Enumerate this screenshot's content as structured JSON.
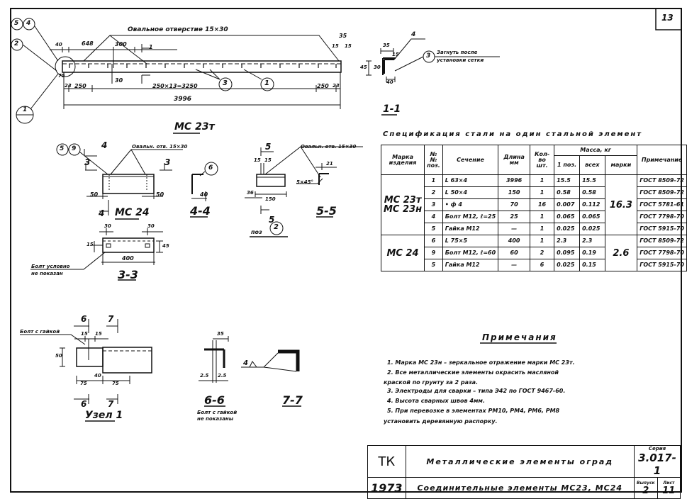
{
  "sheet_number": "13",
  "main_drawing": {
    "label": "МС 23т",
    "hole_note": "Овальное отверстие 15×30",
    "dims": [
      "40",
      "648",
      "300",
      "35",
      "15",
      "15",
      "75",
      "30",
      "23",
      "250",
      "250×13=3250",
      "250",
      "23",
      "3996"
    ],
    "callouts": [
      "5",
      "4",
      "2",
      "3",
      "1"
    ],
    "section_mark": "1",
    "cut_mark": "1"
  },
  "section_1_1": {
    "label": "1-1",
    "dims": [
      "35",
      "15",
      "45",
      "30",
      "40"
    ],
    "weld": "4",
    "callout": "3",
    "note_line1": "Загнуть после",
    "note_line2": "установки сетки"
  },
  "mc24": {
    "label": "МС 24",
    "callouts": [
      "5",
      "9"
    ],
    "hole_note": "Овальн. отв. 15×30",
    "dims": [
      "50",
      "50"
    ],
    "cut_marks": [
      "4",
      "3",
      "4"
    ]
  },
  "section_4_4": {
    "label": "4-4",
    "callout": "6",
    "dims": [
      "40"
    ]
  },
  "section_5_5": {
    "label": "5-5",
    "hole_note": "Овальн. отв. 15×30",
    "dims": [
      "15",
      "15",
      "36",
      "150",
      "21"
    ],
    "chamfer": "5×45°",
    "cut_mark": "5",
    "pos_label": "поз",
    "pos_callout": "2"
  },
  "section_3_3": {
    "label": "3-3",
    "dims": [
      "30",
      "30",
      "15",
      "45",
      "400"
    ],
    "note_line1": "Болт условно",
    "note_line2": "не показан"
  },
  "node_1": {
    "label": "Узел 1",
    "bolt_note": "Болт с гайкой",
    "dims": [
      "15",
      "15",
      "50",
      "40",
      "75",
      "75"
    ],
    "cut_marks": [
      "6",
      "7",
      "6",
      "7"
    ]
  },
  "section_6_6": {
    "label": "6-6",
    "dims": [
      "35",
      "2.5",
      "2.5"
    ],
    "note_line1": "Болт с гайкой",
    "note_line2": "не показаны"
  },
  "section_7_7": {
    "label": "7-7",
    "weld": "4"
  },
  "spec": {
    "title": "Спецификация стали на один стальной элемент",
    "headers": {
      "mark": "Марка изделия",
      "pos": "№№ поз.",
      "section": "Сечение",
      "length": "Длина мм",
      "qty": "Кол-во шт.",
      "mass": "Масса, кг",
      "mass_one": "1 поз.",
      "mass_all": "всех",
      "mass_mark": "марки",
      "note": "Примечание"
    },
    "groups": [
      {
        "mark_line1": "МС 23т",
        "mark_line2": "МС 23н",
        "mass_mark": "16.3",
        "rows": [
          {
            "pos": "1",
            "section": "L 63×4",
            "length": "3996",
            "qty": "1",
            "m1": "15.5",
            "mall": "15.5",
            "note": "ГОСТ 8509-72"
          },
          {
            "pos": "2",
            "section": "L 50×4",
            "length": "150",
            "qty": "1",
            "m1": "0.58",
            "mall": "0.58",
            "note": "ГОСТ 8509-72"
          },
          {
            "pos": "3",
            "section": "• ф 4",
            "length": "70",
            "qty": "16",
            "m1": "0.007",
            "mall": "0.112",
            "note": "ГОСТ 5781-61"
          },
          {
            "pos": "4",
            "section": "Болт М12, ℓ=25",
            "length": "25",
            "qty": "1",
            "m1": "0.065",
            "mall": "0.065",
            "note": "ГОСТ 7798-70"
          },
          {
            "pos": "5",
            "section": "Гайка М12",
            "length": "—",
            "qty": "1",
            "m1": "0.025",
            "mall": "0.025",
            "note": "ГОСТ 5915-70"
          }
        ]
      },
      {
        "mark_line1": "МС 24",
        "mark_line2": "",
        "mass_mark": "2.6",
        "rows": [
          {
            "pos": "6",
            "section": "L 75×5",
            "length": "400",
            "qty": "1",
            "m1": "2.3",
            "mall": "2.3",
            "note": "ГОСТ 8509-72"
          },
          {
            "pos": "9",
            "section": "Болт М12, ℓ=60",
            "length": "60",
            "qty": "2",
            "m1": "0.095",
            "mall": "0.19",
            "note": "ГОСТ 7798-70"
          },
          {
            "pos": "5",
            "section": "Гайка М12",
            "length": "—",
            "qty": "6",
            "m1": "0.025",
            "mall": "0.15",
            "note": "ГОСТ 5915-70"
          }
        ]
      }
    ]
  },
  "notes": {
    "title": "Примечания",
    "items": [
      "1. Марка МС 23н – зеркальное отражение марки МС 23т.",
      "2. Все металлические элементы окрасить масляной",
      "краской по грунту за 2 раза.",
      "3. Электроды для сварки – типа Э42 по ГОСТ 9467-60.",
      "4. Высота сварных швов 4мм.",
      "5. При перевозке в элементах РМ10, РМ4, РМ6, РМ8",
      "установить деревянную распорку."
    ]
  },
  "title_block": {
    "org": "ТК",
    "year": "1973",
    "title": "Металлические элементы оград",
    "subtitle": "Соединительные элементы МС23, МС24",
    "series_label": "Серия",
    "series": "3.017-1",
    "issue_label": "Выпуск",
    "issue": "2",
    "sheet_label": "Лист",
    "sheet": "11"
  }
}
